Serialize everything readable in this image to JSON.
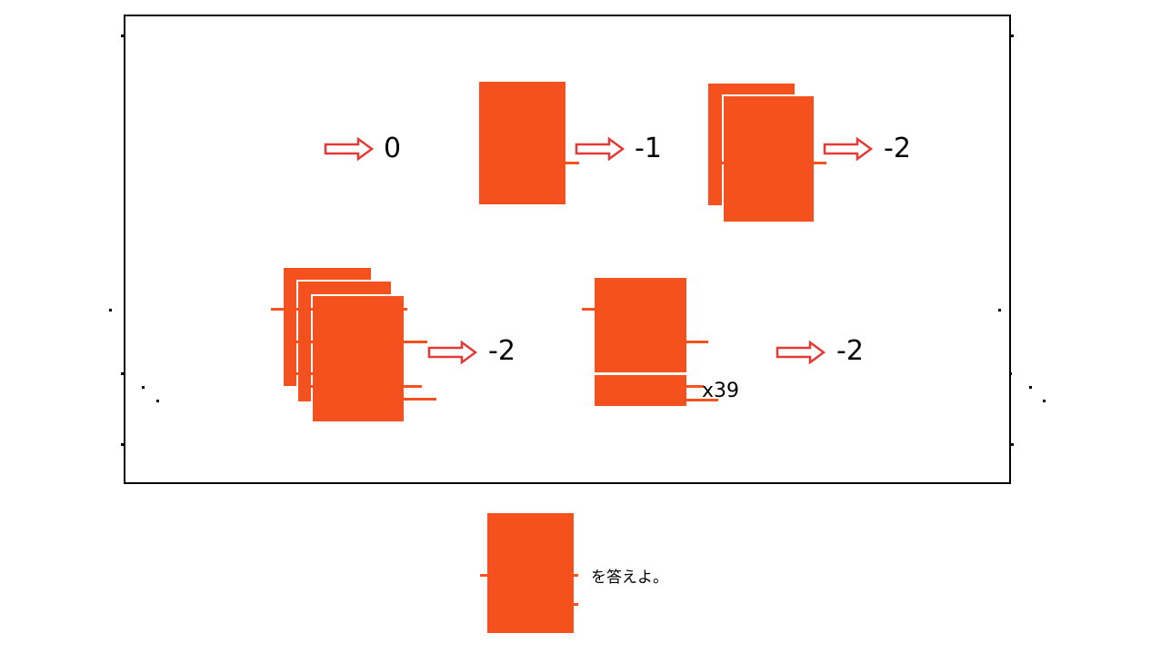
{
  "colors": {
    "block": "#f4511e",
    "arrow": "#e53935",
    "frame": "#000000"
  },
  "steps": [
    {
      "blocks": 0,
      "result": "0"
    },
    {
      "blocks": 1,
      "result": "-1"
    },
    {
      "blocks": 2,
      "result": "-2"
    },
    {
      "blocks": 3,
      "result": "-2"
    },
    {
      "blocks": 1,
      "result": "-2",
      "multiplier": "x39"
    }
  ],
  "arrow_icon": "right-arrow-outline",
  "question": {
    "text": "を答えよ。"
  }
}
